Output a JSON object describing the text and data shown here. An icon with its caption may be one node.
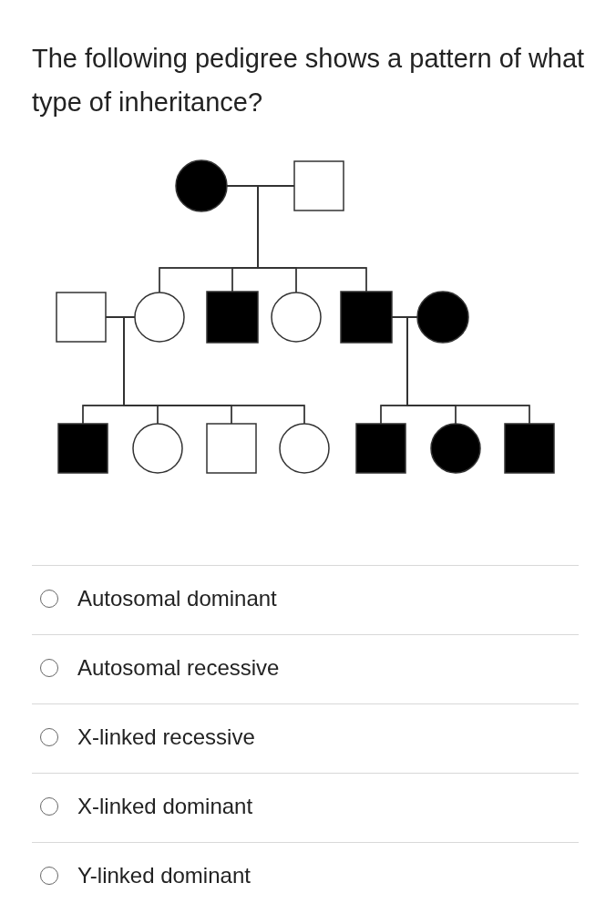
{
  "diagram": {
    "title": "The following pedigree shows a pattern of what type of inheritance?",
    "nodes": [
      {
        "text": [],
        "shape": "circle"
      },
      {
        "text": [],
        "shape": "box"
      },
      {
        "text": [],
        "shape": "box"
      },
      {
        "text": [],
        "shape": "circle"
      },
      {
        "text": [],
        "shape": "box"
      },
      {
        "text": [],
        "shape": "circle"
      },
      {
        "text": [],
        "shape": "box"
      },
      {
        "text": [],
        "shape": "circle"
      },
      {
        "text": [],
        "shape": "box"
      },
      {
        "text": [],
        "shape": "circle"
      },
      {
        "text": [],
        "shape": "box"
      },
      {
        "text": [],
        "shape": "circle"
      },
      {
        "text": [],
        "shape": "box"
      },
      {
        "text": [],
        "shape": "circle"
      },
      {
        "text": [],
        "shape": "box"
      }
    ],
    "edges": [
      {
        "from": 0,
        "to": 1,
        "arrow": "none"
      },
      {
        "from": 0,
        "to": 3,
        "arrow": "none"
      },
      {
        "from": 1,
        "to": 3,
        "arrow": "none"
      },
      {
        "from": 0,
        "to": 4,
        "arrow": "none"
      },
      {
        "from": 1,
        "to": 4,
        "arrow": "none"
      },
      {
        "from": 0,
        "to": 5,
        "arrow": "none"
      },
      {
        "from": 1,
        "to": 5,
        "arrow": "none"
      },
      {
        "from": 0,
        "to": 6,
        "arrow": "none"
      },
      {
        "from": 1,
        "to": 6,
        "arrow": "none"
      },
      {
        "from": 2,
        "to": 3,
        "arrow": "none"
      },
      {
        "from": 2,
        "to": 8,
        "arrow": "none"
      },
      {
        "from": 3,
        "to": 8,
        "arrow": "none"
      },
      {
        "from": 2,
        "to": 9,
        "arrow": "none"
      },
      {
        "from": 3,
        "to": 9,
        "arrow": "none"
      },
      {
        "from": 2,
        "to": 10,
        "arrow": "none"
      },
      {
        "from": 3,
        "to": 10,
        "arrow": "none"
      },
      {
        "from": 2,
        "to": 11,
        "arrow": "none"
      },
      {
        "from": 3,
        "to": 11,
        "arrow": "none"
      },
      {
        "from": 6,
        "to": 7,
        "arrow": "none"
      },
      {
        "from": 6,
        "to": 12,
        "arrow": "none"
      },
      {
        "from": 7,
        "to": 12,
        "arrow": "none"
      },
      {
        "from": 6,
        "to": 13,
        "arrow": "none"
      },
      {
        "from": 7,
        "to": 13,
        "arrow": "none"
      },
      {
        "from": 6,
        "to": 14,
        "arrow": "none"
      },
      {
        "from": 7,
        "to": 14,
        "arrow": "none"
      }
    ],
    "labels": [
      "Autosomal dominant",
      "Autosomal recessive",
      "X-linked recessive",
      "X-linked dominant",
      "Y-linked dominant"
    ]
  }
}
